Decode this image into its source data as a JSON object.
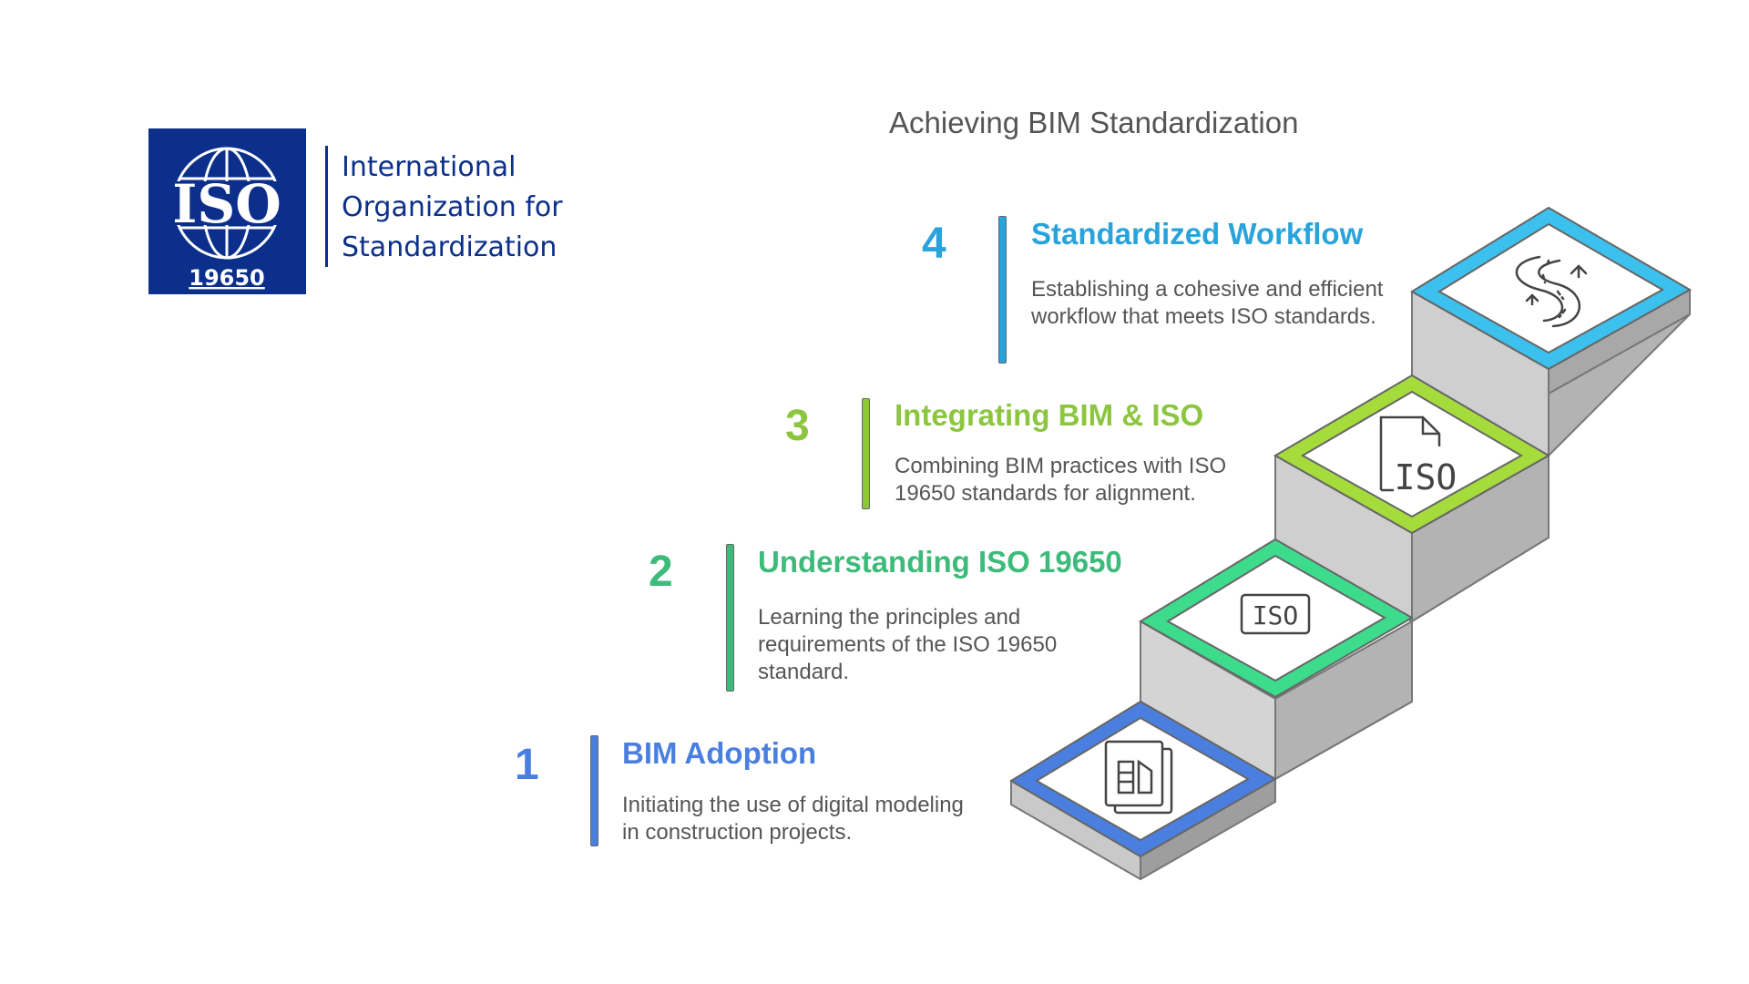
{
  "logo": {
    "badge_text": "ISO",
    "badge_number": "19650",
    "org_lines": [
      "International",
      "Organization for",
      "Standardization"
    ],
    "color": "#0b2f8a"
  },
  "title": "Achieving BIM Standardization",
  "steps": [
    {
      "number": "1",
      "heading": "BIM Adoption",
      "description": "Initiating the use of digital modeling in construction projects.",
      "color": "#4a7fe0",
      "icon": "blueprint-icon"
    },
    {
      "number": "2",
      "heading": "Understanding ISO 19650",
      "description": "Learning the principles and requirements of the ISO 19650 standard.",
      "color": "#3dbb7a",
      "icon": "iso-badge-icon",
      "icon_text": "ISO"
    },
    {
      "number": "3",
      "heading": "Integrating BIM & ISO",
      "description": "Combining BIM practices with ISO 19650 standards for alignment.",
      "color": "#8cc63f",
      "icon": "iso-document-icon",
      "icon_text": "ISO"
    },
    {
      "number": "4",
      "heading": "Standardized Workflow",
      "description": "Establishing a cohesive and efficient workflow that meets ISO standards.",
      "color": "#29a3dc",
      "icon": "winding-road-icon"
    }
  ]
}
